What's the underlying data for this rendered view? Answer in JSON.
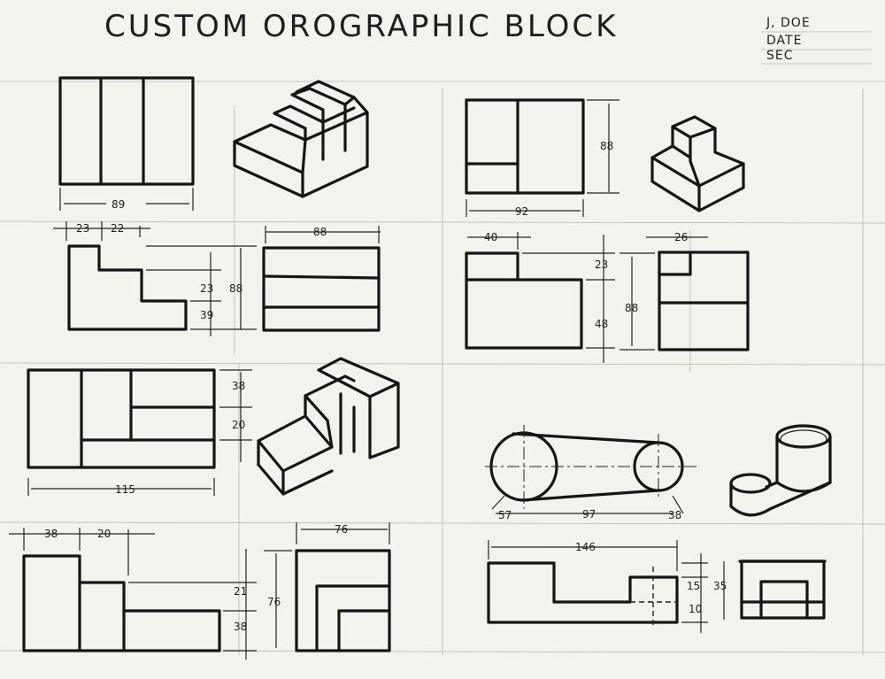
{
  "sheet": {
    "title": "CUSTOM OROGRAPHIC BLOCK",
    "title_block": {
      "name": "J, DOE",
      "date_label": "DATE",
      "section_label": "SEC"
    }
  },
  "dimensions": {
    "block1": {
      "top_width": "89",
      "left_23": "23",
      "left_22": "22",
      "right_88": "88",
      "height_88": "88",
      "step_23": "23",
      "step_39": "39"
    },
    "block2": {
      "top_height": "88",
      "top_width": "92",
      "front_40": "40",
      "front_23": "23",
      "front_48": "48",
      "front_88": "88",
      "side_26": "26"
    },
    "block3": {
      "top_38": "38",
      "top_20": "20",
      "top_width": "115",
      "front_38": "38",
      "front_20": "20",
      "side_76w": "76",
      "front_21": "21",
      "front_76": "76",
      "front_38b": "38"
    },
    "block4": {
      "top_57": "57",
      "top_97": "97",
      "top_38": "38",
      "front_146": "146",
      "front_15": "15",
      "front_35": "35",
      "front_10": "10"
    }
  }
}
